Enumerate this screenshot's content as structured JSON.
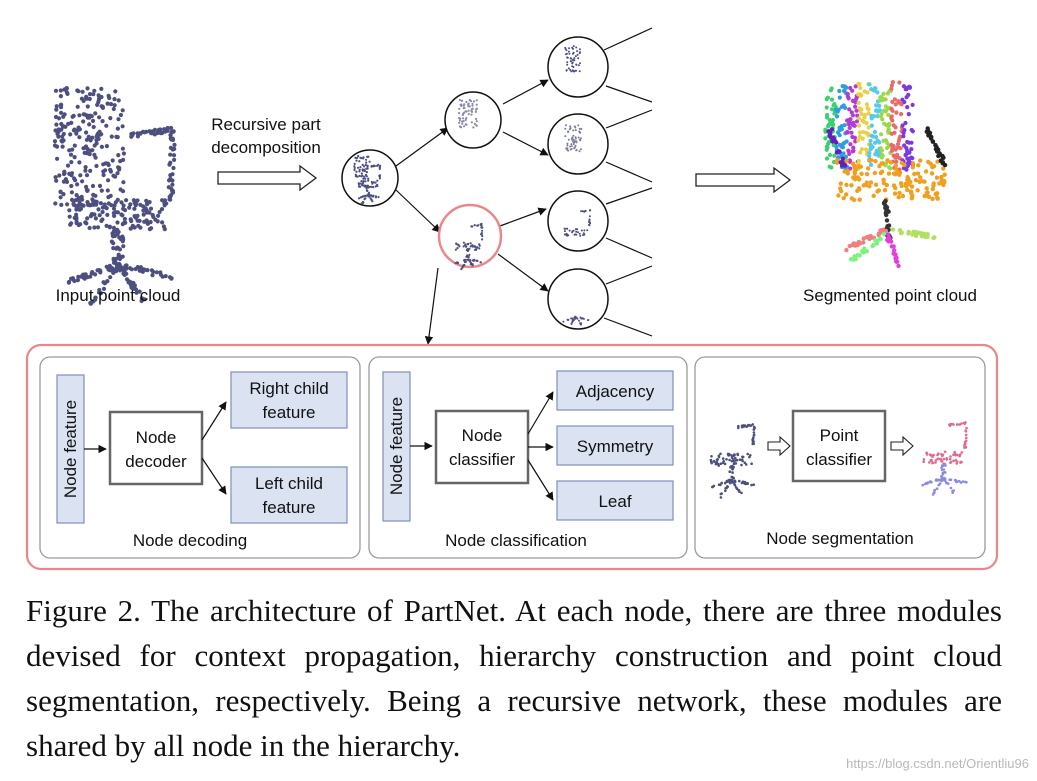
{
  "top": {
    "input_label": "Input point cloud",
    "decomp_label_1": "Recursive part",
    "decomp_label_2": "decomposition",
    "output_label": "Segmented point cloud"
  },
  "panels": {
    "decoding": {
      "title": "Node decoding",
      "input": "Node feature",
      "module_1": "Node",
      "module_2": "decoder",
      "right_1": "Right child",
      "right_2": "feature",
      "left_1": "Left child",
      "left_2": "feature"
    },
    "classification": {
      "title": "Node classification",
      "input": "Node feature",
      "module_1": "Node",
      "module_2": "classifier",
      "outputs": [
        "Adjacency",
        "Symmetry",
        "Leaf"
      ]
    },
    "segmentation": {
      "title": "Node segmentation",
      "module_1": "Point",
      "module_2": "classifier"
    }
  },
  "caption": {
    "text": "Figure 2. The architecture of PartNet. At each node, there are three modules devised for context propagation, hierarchy construction and point cloud segmentation, respectively. Being a recursive network, these modules are shared by all node in the hierarchy."
  },
  "watermark": "https://blog.csdn.net/Orientliu96",
  "colors": {
    "point": "#4d4f80",
    "box_fill": "#dbe3f3",
    "box_stroke": "#7f8fb5",
    "highlight": "#e8888a",
    "panel_stroke": "#9a9a9a",
    "module_stroke": "#666666",
    "seg_point": "#e06a90"
  }
}
